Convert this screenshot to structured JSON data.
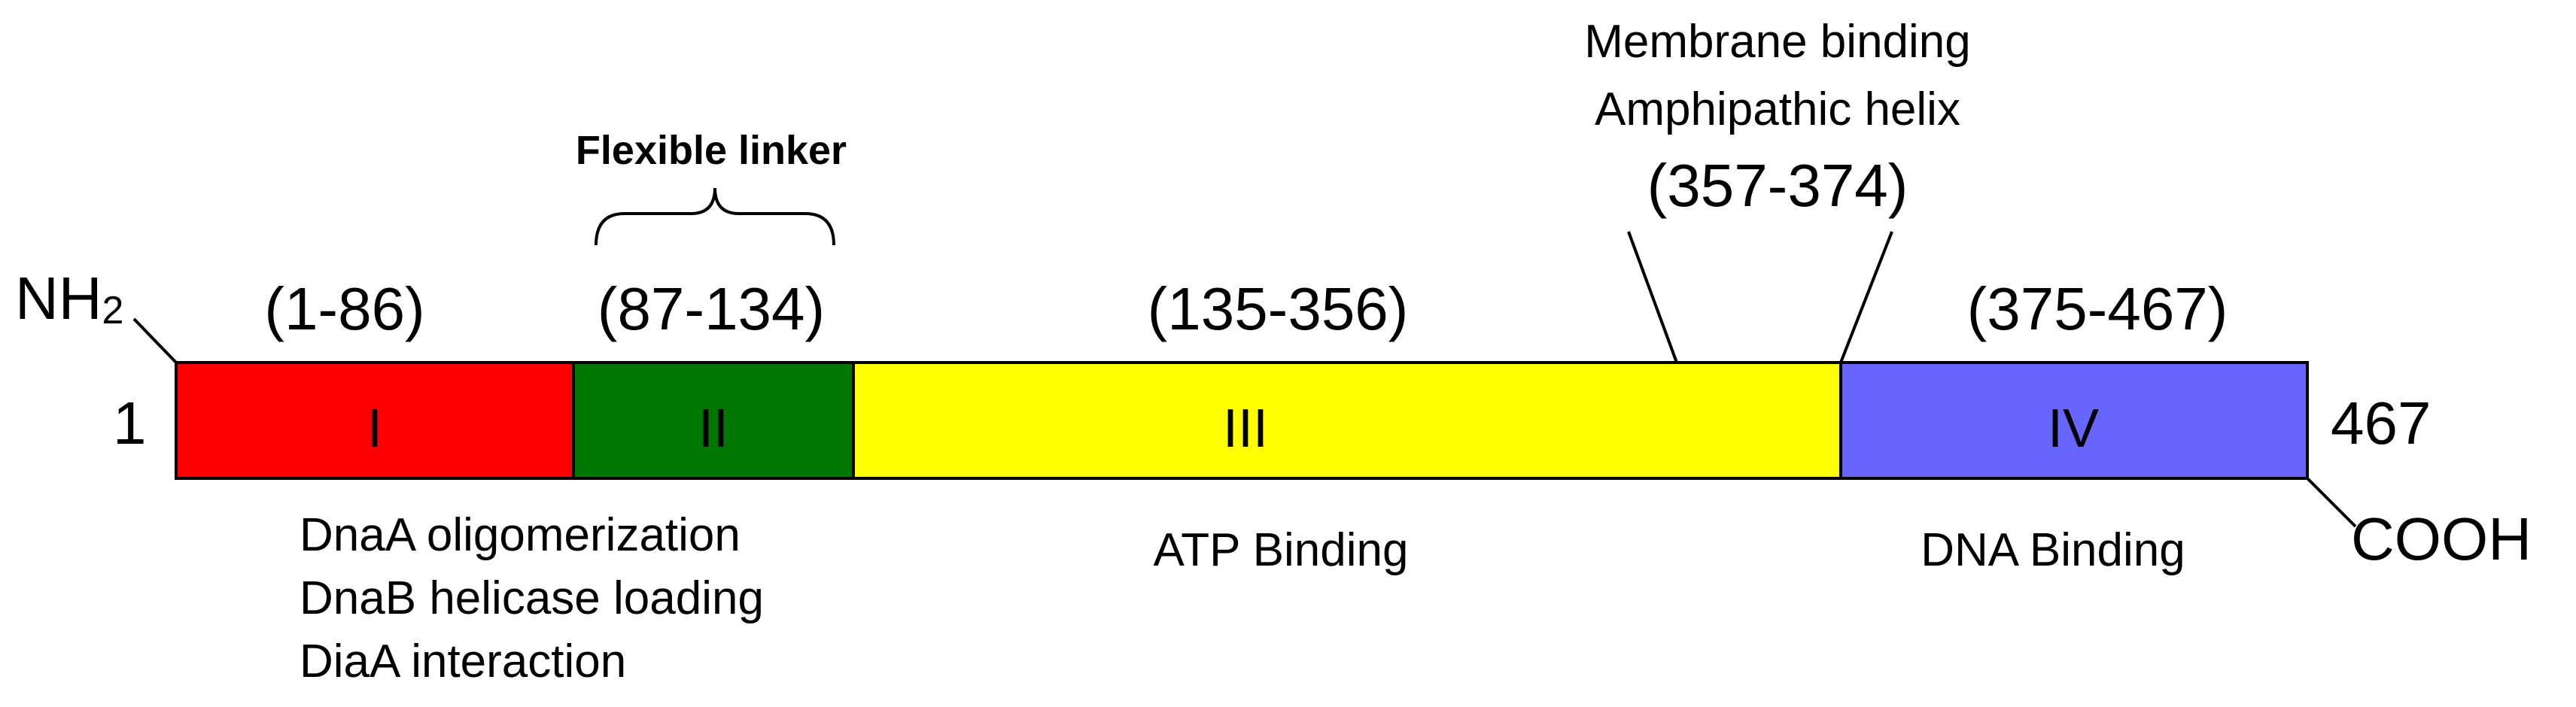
{
  "n_terminus": {
    "group": "NH",
    "subscript": "2",
    "start_position": "1"
  },
  "c_terminus": {
    "label": "COOH",
    "end_position": "467"
  },
  "domains": [
    {
      "numeral": "I",
      "range": "(1-86)",
      "color": "#ff0000",
      "functions": [
        "DnaA oligomerization",
        "DnaB helicase loading",
        "DiaA interaction"
      ]
    },
    {
      "numeral": "II",
      "range": "(87-134)",
      "color": "#007700",
      "functions": []
    },
    {
      "numeral": "III",
      "range": "(135-356)",
      "color": "#ffff00",
      "functions": [
        "ATP Binding"
      ]
    },
    {
      "numeral": "IV",
      "range": "(375-467)",
      "color": "#6666ff",
      "functions": [
        "DNA Binding"
      ]
    }
  ],
  "flexible_linker": {
    "label": "Flexible linker"
  },
  "membrane_region": {
    "lines": [
      "Membrane binding",
      "Amphipathic helix"
    ],
    "range": "(357-374)"
  }
}
